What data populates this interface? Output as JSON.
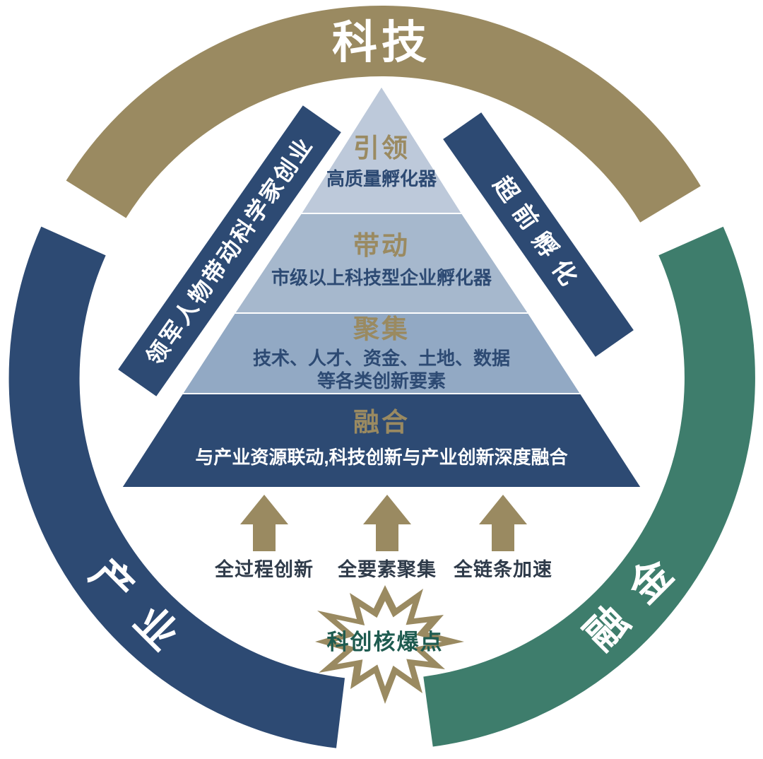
{
  "colors": {
    "tech": "#9a8a61",
    "industry": "#2d4a73",
    "finance": "#3e7d6c",
    "gold": "#9a8a61",
    "navy": "#2d4a73",
    "white": "#ffffff"
  },
  "ring": {
    "tech_label": "科技",
    "industry_chars": [
      "产",
      "业"
    ],
    "finance_chars": [
      "金",
      "融"
    ]
  },
  "pyramid": {
    "levels": [
      {
        "title": "引领",
        "lines": [
          "高质量孵化器"
        ],
        "color": "#bdc9da"
      },
      {
        "title": "带动",
        "lines": [
          "市级以上科技型企业孵化器"
        ],
        "color": "#a6b8cd"
      },
      {
        "title": "聚集",
        "lines": [
          "技术、人才、资金、土地、数据",
          "等各类创新要素"
        ],
        "color": "#92a9c4"
      },
      {
        "title": "融合",
        "lines": [
          "与产业资源联动,科技创新与产业创新深度融合"
        ],
        "color": "#2d4a73"
      }
    ]
  },
  "banners": {
    "left": "领军人物带动科学家创业",
    "right": "超前孵化"
  },
  "arrows": {
    "color": "#9a8a61",
    "label_color": "#2f3b4a",
    "labels": [
      "全过程创新",
      "全要素聚集",
      "全链条加速"
    ]
  },
  "starburst": {
    "label": "科创核爆点",
    "outline": "#9a8a61",
    "fill": "#ffffff",
    "text_color": "#1e5b50"
  }
}
